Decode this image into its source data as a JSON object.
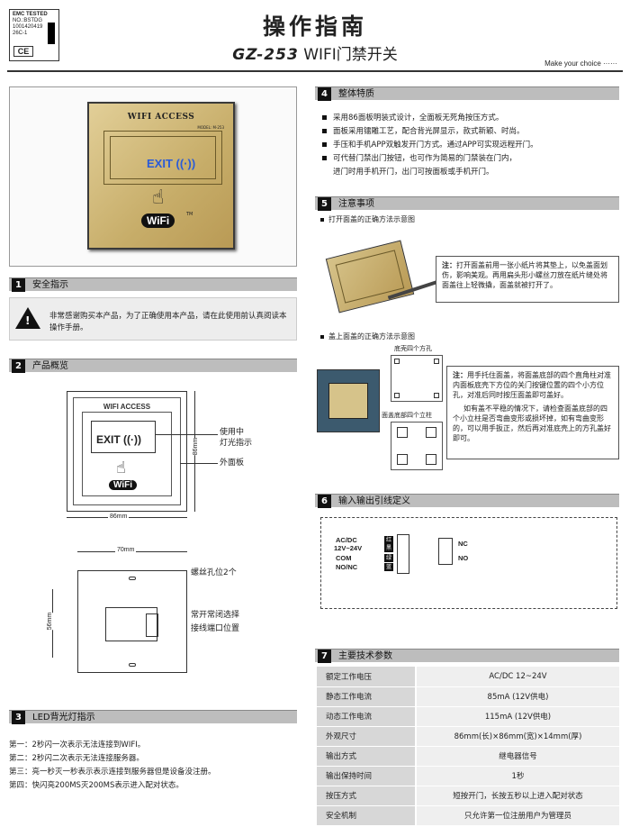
{
  "header": {
    "emc_lines": [
      "EMC TESTED",
      "NO.:BSTDG",
      "1001420419",
      "26C-1"
    ],
    "ce_mark": "CE",
    "title": "操作指南",
    "model": "GZ-253",
    "subtitle_rest": "WIFI门禁开关",
    "slogan": "Make your choice"
  },
  "product_photo": {
    "plate_title": "WIFI ACCESS",
    "plate_model": "MODEL: M-253",
    "exit_text": "EXIT",
    "wifi_badge": "WiFi",
    "tm": "TM"
  },
  "sections": {
    "s1": {
      "num": "1",
      "label": "安全指示"
    },
    "s2": {
      "num": "2",
      "label": "产品概览"
    },
    "s3": {
      "num": "3",
      "label": "LED背光灯指示"
    },
    "s4": {
      "num": "4",
      "label": "整体特质"
    },
    "s5": {
      "num": "5",
      "label": "注意事项"
    },
    "s6": {
      "num": "6",
      "label": "输入输出引线定义"
    },
    "s7": {
      "num": "7",
      "label": "主要技术参数"
    }
  },
  "safety": {
    "warning_symbol": "!",
    "text": "非常感谢购买本产品，为了正确使用本产品，请在此使用前认真阅读本操作手册。"
  },
  "overview": {
    "front_title": "WIFI ACCESS",
    "front_exit": "EXIT",
    "front_wifi": "WiFi",
    "dim_width": "86mm",
    "dim_height": "86mm",
    "label_light": "使用中\n灯光指示",
    "label_panel": "外面板",
    "back_width": "70mm",
    "back_height": "56mm",
    "label_screw": "螺丝孔位2个",
    "label_switch": "常开常闭选择",
    "label_terminal": "接线端口位置"
  },
  "led": {
    "lines": [
      "第一：2秒闪一次表示无法连接到WIFI。",
      "第二：2秒闪二次表示无法连接服务器。",
      "第三：亮一秒灭一秒表示表示连接到服务器但是设备没注册。",
      "第四：快闪亮200MS灭200MS表示进入配对状态。"
    ]
  },
  "features": {
    "items": [
      "采用86面板明装式设计，全面板无死角按压方式。",
      "面板采用镭雕工艺，配合背光屏显示，款式新颖、时尚。",
      "手压和手机APP双触发开门方式。通过APP可实现远程开门。",
      "可代替门禁出门按钮，也可作为简易的门禁装在门内，"
    ],
    "continuation": "进门时用手机开门，出门可按面板或手机开门。"
  },
  "notes": {
    "open_heading": "打开面盖的正确方法示意图",
    "open_note_title": "注：",
    "open_note": "打开面盖前用一张小纸片将其垫上，以免盖面划伤，影响美观。再用扁头形小螺丝刀放在纸片缝处将面盖往上轻微撬，面盖就被打开了。",
    "close_heading": "盖上面盖的正确方法示意图",
    "label_bottom_holes": "底壳四个方孔",
    "label_cover_pins": "面盖底部四个立柱",
    "close_note_title": "注：",
    "close_note_1": "用手托住面盖，将面盖底部的四个直角柱对准内面板底壳下方位的关门按键位置的四个小方位孔，对准后同时按压面盖即可盖好。",
    "close_note_2": "如有盖不平稳的情况下，请检查面盖底部的四个小立柱是否弯曲变形或损坏掉，如有弯曲变形的，可以用手扳正，然后再对准底壳上的方孔盖好即可。"
  },
  "wiring": {
    "labels": [
      "AC/DC",
      "12V~24V",
      "COM",
      "NO/NC"
    ],
    "tags": [
      "红",
      "黑",
      "绿",
      "蓝"
    ],
    "out_labels": [
      "NC",
      "NO"
    ]
  },
  "specs": {
    "rows": [
      {
        "k": "额定工作电压",
        "v": "AC/DC  12~24V"
      },
      {
        "k": "静态工作电流",
        "v": "85mA (12V供电)"
      },
      {
        "k": "动态工作电流",
        "v": "115mA (12V供电)"
      },
      {
        "k": "外观尺寸",
        "v": "86mm(长)×86mm(宽)×14mm(厚)"
      },
      {
        "k": "输出方式",
        "v": "继电器信号"
      },
      {
        "k": "输出保持时间",
        "v": "1秒"
      },
      {
        "k": "按压方式",
        "v": "短按开门，长按五秒以上进入配对状态"
      },
      {
        "k": "安全机制",
        "v": "只允许第一位注册用户为管理员"
      }
    ]
  }
}
